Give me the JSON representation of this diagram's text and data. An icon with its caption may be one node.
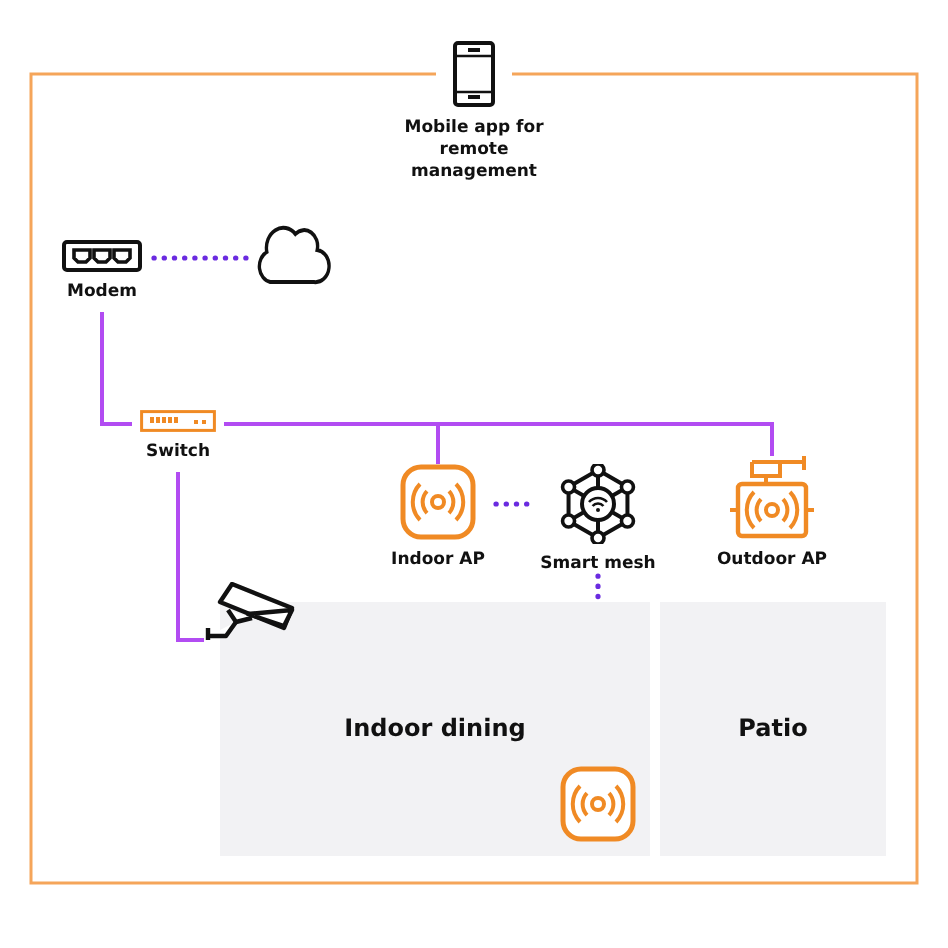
{
  "diagram": {
    "nodes": [
      {
        "text": [
          "Mobile app for remote management"
        ]
      },
      {
        "text": [
          "Modem"
        ]
      },
      {
        "text": [],
        "shape": "cloud"
      },
      {
        "text": [
          "Switch"
        ]
      },
      {
        "text": [
          "Indoor AP"
        ]
      },
      {
        "text": [
          "Smart mesh"
        ]
      },
      {
        "text": [
          "Outdoor AP"
        ]
      },
      {
        "text": [],
        "shape": "camera"
      },
      {
        "text": [
          "Indoor dining"
        ]
      },
      {
        "text": [
          "Patio"
        ]
      },
      {
        "text": [],
        "shape": "box",
        "in": 8
      }
    ],
    "edges": [
      {
        "from": 1,
        "to": 2,
        "arrow": "none",
        "style": "dashed",
        "color": "#6a2be0"
      },
      {
        "from": 1,
        "to": 3,
        "arrow": "none"
      },
      {
        "from": 3,
        "to": 4,
        "arrow": "none"
      },
      {
        "from": 3,
        "to": 6,
        "arrow": "none"
      },
      {
        "from": 3,
        "to": 7,
        "arrow": "none"
      },
      {
        "from": 4,
        "to": 5,
        "arrow": "none",
        "style": "dashed",
        "color": "#6a2be0"
      },
      {
        "from": 5,
        "to": 10,
        "arrow": "none",
        "style": "dashed",
        "color": "#6a2be0"
      }
    ]
  }
}
